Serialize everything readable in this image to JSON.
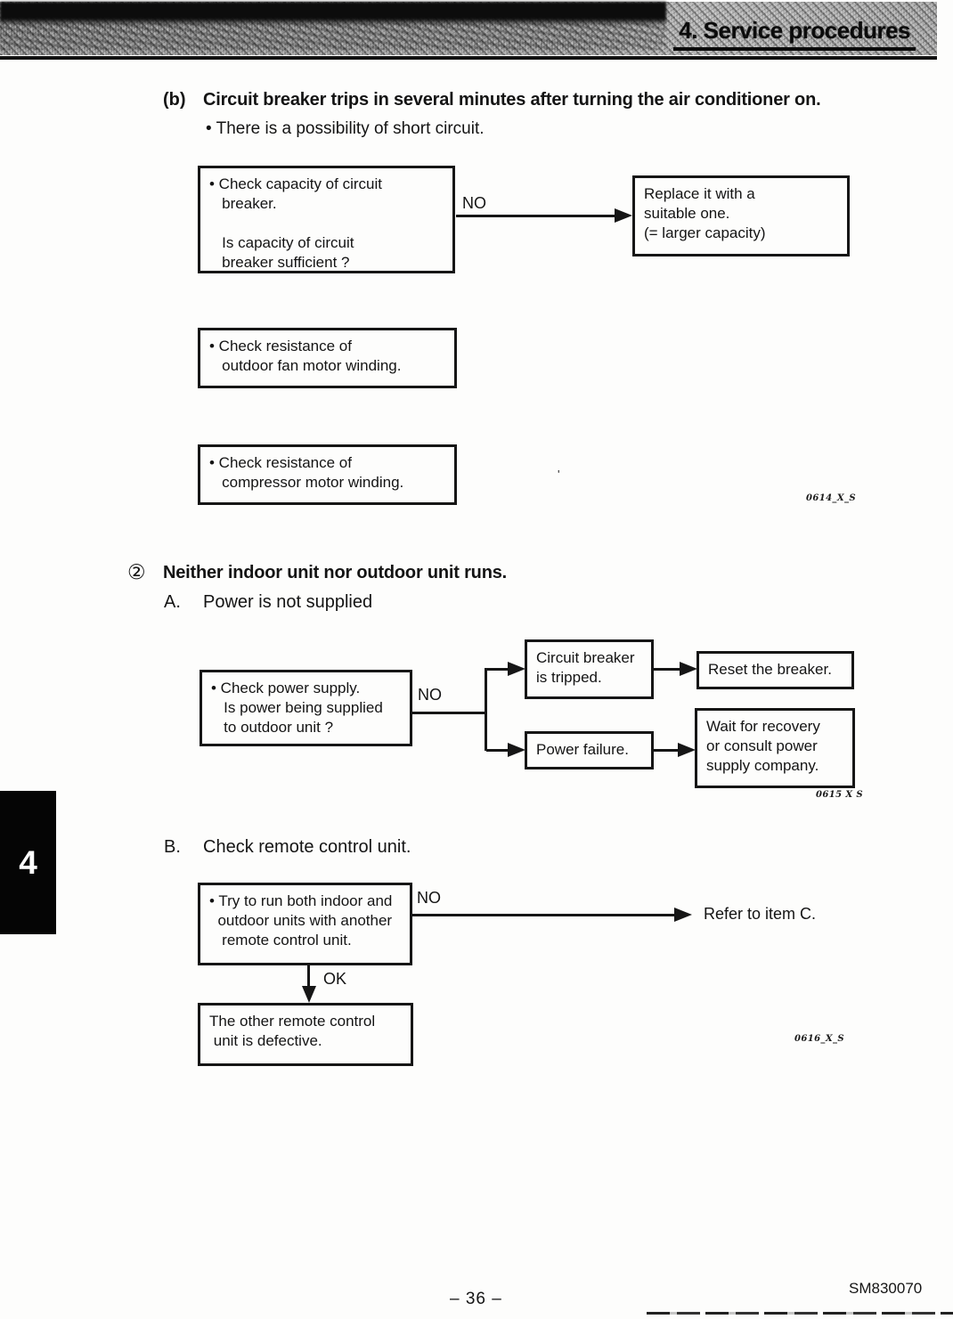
{
  "header": {
    "title": "4.  Service procedures"
  },
  "section_b": {
    "label": "(b)",
    "title": "Circuit breaker trips in several minutes after turning the air conditioner on.",
    "bullet": "• There is a possibility of short circuit."
  },
  "flowchart1": {
    "check_capacity": "• Check capacity of circuit\n   breaker.\n\n   Is capacity of circuit\n   breaker sufficient ?",
    "no_label": "NO",
    "replace": "Replace it with a\nsuitable one.\n(= larger capacity)",
    "check_fan": "• Check resistance of\n   outdoor fan motor winding.",
    "check_compressor": "• Check resistance of\n   compressor motor winding.",
    "fig_label": "0614_X_S",
    "artifact_tick": "'"
  },
  "section_two": {
    "number": "②",
    "title": "Neither indoor unit nor outdoor unit runs.",
    "sub_a_label": "A.",
    "sub_a_text": "Power is not supplied",
    "sub_b_label": "B.",
    "sub_b_text": "Check remote control unit."
  },
  "flowchart2": {
    "check_power": "• Check power supply.\n   Is power being supplied\n   to outdoor unit ?",
    "no_label": "NO",
    "breaker_tripped": "Circuit breaker\nis tripped.",
    "reset_breaker": "Reset the breaker.",
    "power_failure": "Power failure.",
    "wait_recovery": "Wait for recovery\nor consult power\nsupply company.",
    "fig_label": "0615 X S"
  },
  "flowchart3": {
    "try_remote": "• Try to run both indoor and\n  outdoor units with another\n   remote control unit.",
    "no_label": "NO",
    "refer": "Refer to item C.",
    "ok_label": "OK",
    "other_defective": "The other remote control\n unit is defective.",
    "fig_label": "0616_X_S"
  },
  "footer": {
    "page_number": "– 36 –",
    "doc_number": "SM830070",
    "tab_number": "4"
  }
}
